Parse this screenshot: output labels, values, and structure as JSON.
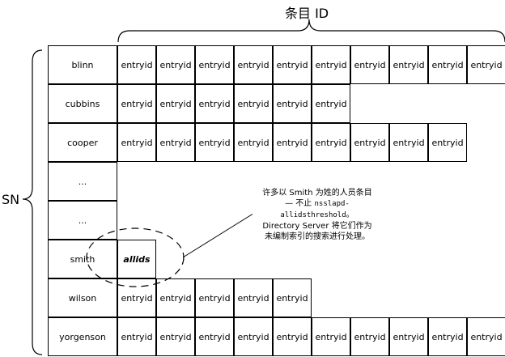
{
  "header_label": "条目 ID",
  "side_label": "SN",
  "entry_label": "entryid",
  "allids_label": "allids",
  "rows": [
    {
      "name": "blinn",
      "entries": 10
    },
    {
      "name": "cubbins",
      "entries": 6
    },
    {
      "name": "cooper",
      "entries": 9
    },
    {
      "name": "...",
      "entries": 0
    },
    {
      "name": "...",
      "entries": 0
    },
    {
      "name": "smith",
      "entries": 0,
      "allids": true
    },
    {
      "name": "wilson",
      "entries": 5
    },
    {
      "name": "yorgenson",
      "entries": 10
    }
  ],
  "annotation": {
    "line1": "许多以 Smith 为姓的人员条目",
    "line2": "— 不止",
    "code": "nsslapd-allidsthreshold",
    "line3": "。",
    "line4": "Directory Server 将它们作为",
    "line5": "未编制索引的搜索进行处理。"
  }
}
